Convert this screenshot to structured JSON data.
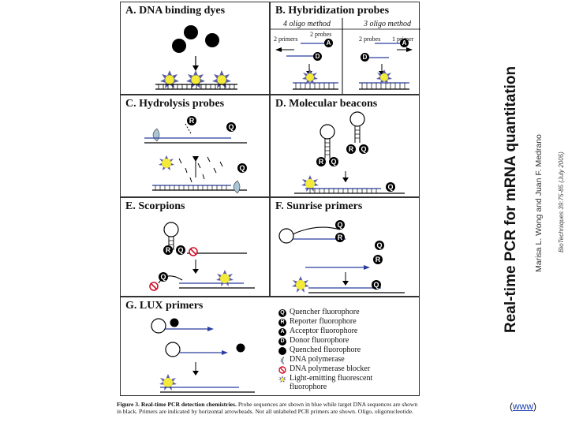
{
  "panels": {
    "a": {
      "title": "A. DNA binding dyes"
    },
    "b": {
      "title": "B. Hybridization probes",
      "method4": "4 oligo method",
      "method3": "3 oligo method",
      "primers2": "2 primers",
      "probes2a": "2 probes",
      "probes2b": "2 probes",
      "primer1": "1 primer"
    },
    "c": {
      "title": "C. Hydrolysis probes"
    },
    "d": {
      "title": "D. Molecular beacons"
    },
    "e": {
      "title": "E. Scorpions"
    },
    "f": {
      "title": "F. Sunrise primers"
    },
    "g": {
      "title": "G. LUX primers"
    }
  },
  "glyphs": {
    "q": "Q",
    "r": "R",
    "a": "A",
    "d": "D"
  },
  "legend": [
    {
      "icon": "quencher-fluorophore-icon",
      "label": "Quencher fluorophore"
    },
    {
      "icon": "reporter-fluorophore-icon",
      "label": "Reporter fluorophore"
    },
    {
      "icon": "acceptor-fluorophore-icon",
      "label": "Acceptor fluorophore"
    },
    {
      "icon": "donor-fluorophore-icon",
      "label": "Donor fluorophore"
    },
    {
      "icon": "quenched-fluorophore-icon",
      "label": "Quenched fluorophore"
    },
    {
      "icon": "dna-polymerase-icon",
      "label": "DNA polymerase"
    },
    {
      "icon": "polymerase-blocker-icon",
      "label": "DNA polymerase blocker"
    },
    {
      "icon": "light-emitting-fluorescent-icon",
      "label": "Light-emitting fluorescent fluorophore"
    }
  ],
  "caption": {
    "lead": "Figure 3. Real-time PCR detection chemistries.",
    "body": "Probe sequences are shown in blue while target DNA sequences are shown in black. Primers are indicated by horizontal arrowheads. Not all unlabeled PCR primers are shown. Oligo, oligonucleotide."
  },
  "side": {
    "title": "Real-time PCR for mRNA quantitation",
    "authors": "Marisa L. Wong and Juan F. Medrano",
    "journal": "BioTechniques 39:75-85 (July 2005)"
  },
  "link": {
    "open": "(",
    "text": "www",
    "close": ")"
  },
  "colors": {
    "probe": "#2b3f9e",
    "target": "#000000",
    "sun": "#f3ea3a",
    "ray": "#5b5ea6",
    "blocker": "#d0112b",
    "polymerase": "#a9c6d6"
  }
}
